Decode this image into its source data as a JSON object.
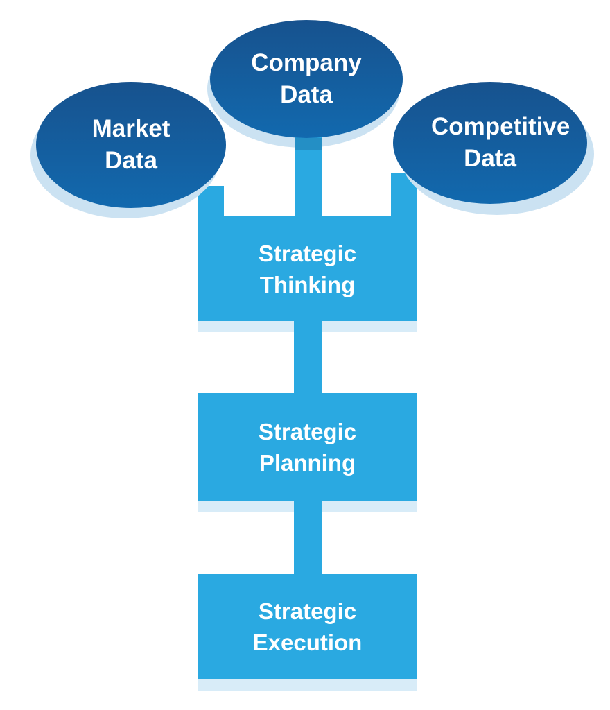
{
  "colors": {
    "background": "#FFFFFF",
    "ellipse_top": "#17528E",
    "ellipse_bottom": "#1269AE",
    "node_blue": "#2AA9E1",
    "soft_shadow": "#D8ECF8",
    "ellipse_shadow": "#CBE2F2",
    "label_text": "#FFFFFF"
  },
  "sources": [
    {
      "label": "Market Data"
    },
    {
      "label": "Company Data"
    },
    {
      "label": "Competitive Data"
    }
  ],
  "stages": [
    {
      "label": "Strategic Thinking"
    },
    {
      "label": "Strategic Planning"
    },
    {
      "label": "Strategic Execution"
    }
  ]
}
